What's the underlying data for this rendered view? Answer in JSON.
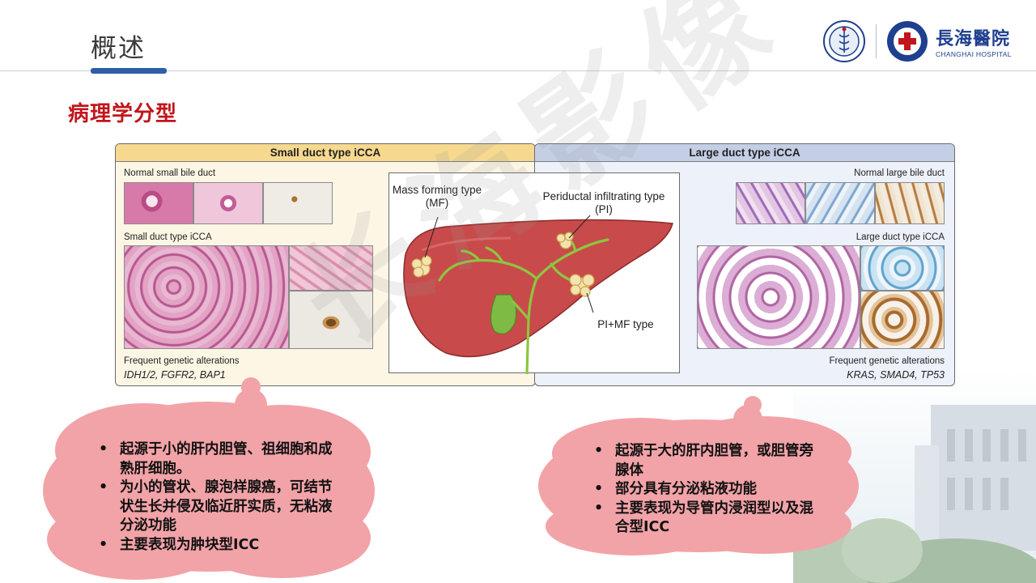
{
  "header": {
    "title": "概述",
    "hospital_name_cn": "長海醫院",
    "hospital_name_en": "CHANGHAI HOSPITAL"
  },
  "section": {
    "heading": "病理学分型"
  },
  "figure": {
    "small_panel": {
      "header": "Small duct type iCCA",
      "normal_label": "Normal small bile duct",
      "tumor_label": "Small duct type iCCA",
      "genetic_label": "Frequent genetic alterations",
      "genes": "IDH1/2, FGFR2, BAP1"
    },
    "large_panel": {
      "header": "Large duct type iCCA",
      "normal_label": "Normal large bile duct",
      "tumor_label": "Large duct type iCCA",
      "genetic_label": "Frequent genetic alterations",
      "genes": "KRAS, SMAD4, TP53"
    },
    "center": {
      "mf_label": "Mass forming type (MF)",
      "pi_label": "Periductal infiltrating type (PI)",
      "pimf_label": "PI+MF type"
    }
  },
  "watermark": {
    "text": "长海影像"
  },
  "clouds": {
    "left": {
      "items": [
        "起源于小的肝内胆管、祖细胞和成熟肝细胞。",
        "为小的管状、腺泡样腺癌，可结节状生长并侵及临近肝实质，无粘液分泌功能",
        "主要表现为肿块型ICC"
      ]
    },
    "right": {
      "items": [
        "起源于大的肝内胆管，或胆管旁腺体",
        "部分具有分泌粘液功能",
        "主要表现为导管内浸润型以及混合型ICC"
      ]
    }
  },
  "colors": {
    "title_accent": "#2e5ea8",
    "heading_red": "#c0161c",
    "cloud_pink": "#f2a3a8",
    "small_panel_bg": "#fdf6e5",
    "large_panel_bg": "#edf1f9",
    "liver_red": "#c94a4a",
    "duct_green": "#8cc63f"
  }
}
